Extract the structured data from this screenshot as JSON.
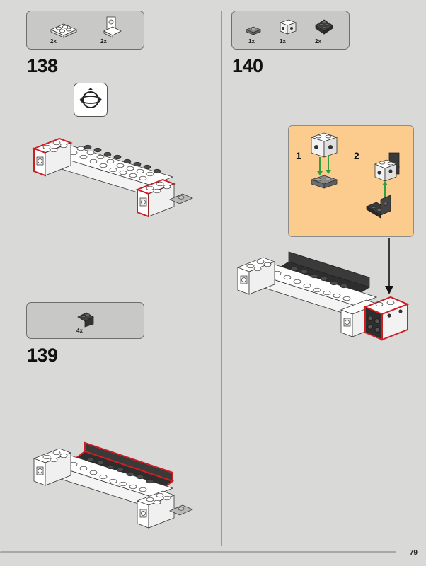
{
  "step138": {
    "number": "138",
    "parts": [
      {
        "qty": "2x",
        "icon": "plate-2x2-icon"
      },
      {
        "qty": "2x",
        "icon": "bracket-icon"
      }
    ]
  },
  "step139": {
    "number": "139",
    "parts": [
      {
        "qty": "4x",
        "icon": "bracket-dark-icon"
      }
    ]
  },
  "step140": {
    "number": "140",
    "parts": [
      {
        "qty": "1x",
        "icon": "round-plate-icon"
      },
      {
        "qty": "1x",
        "icon": "brick-1x2-icon"
      },
      {
        "qty": "2x",
        "icon": "plate-dark-icon"
      }
    ],
    "substeps": [
      "1",
      "2"
    ]
  },
  "page_number": "79",
  "colors": {
    "background": "#d9d9d7",
    "highlight": "#cc1f24",
    "callout": "#fccc8e",
    "arrow_green": "#2e9e3e"
  }
}
